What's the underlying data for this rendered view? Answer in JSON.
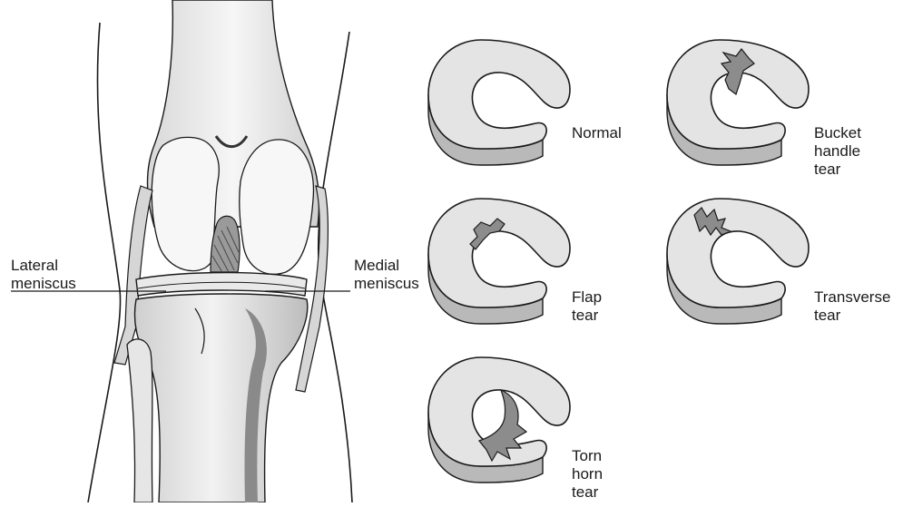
{
  "knee": {
    "lateral_meniscus": [
      "Lateral",
      "meniscus"
    ],
    "medial_meniscus": [
      "Medial",
      "meniscus"
    ]
  },
  "meniscus_types": [
    {
      "lines": [
        "Normal"
      ],
      "tear": "none"
    },
    {
      "lines": [
        "Bucket",
        "handle",
        "tear"
      ],
      "tear": "bucket"
    },
    {
      "lines": [
        "Flap",
        "tear"
      ],
      "tear": "flap"
    },
    {
      "lines": [
        "Transverse",
        "tear"
      ],
      "tear": "transverse"
    },
    {
      "lines": [
        "Torn",
        "horn",
        "tear"
      ],
      "tear": "horn"
    }
  ],
  "colors": {
    "line": "#1a1a1a",
    "top": "#e4e4e4",
    "side": "#b9b9b9",
    "bone": "#f4f4f4",
    "shade": "#8c8c8c",
    "leg": "#ffffff"
  }
}
